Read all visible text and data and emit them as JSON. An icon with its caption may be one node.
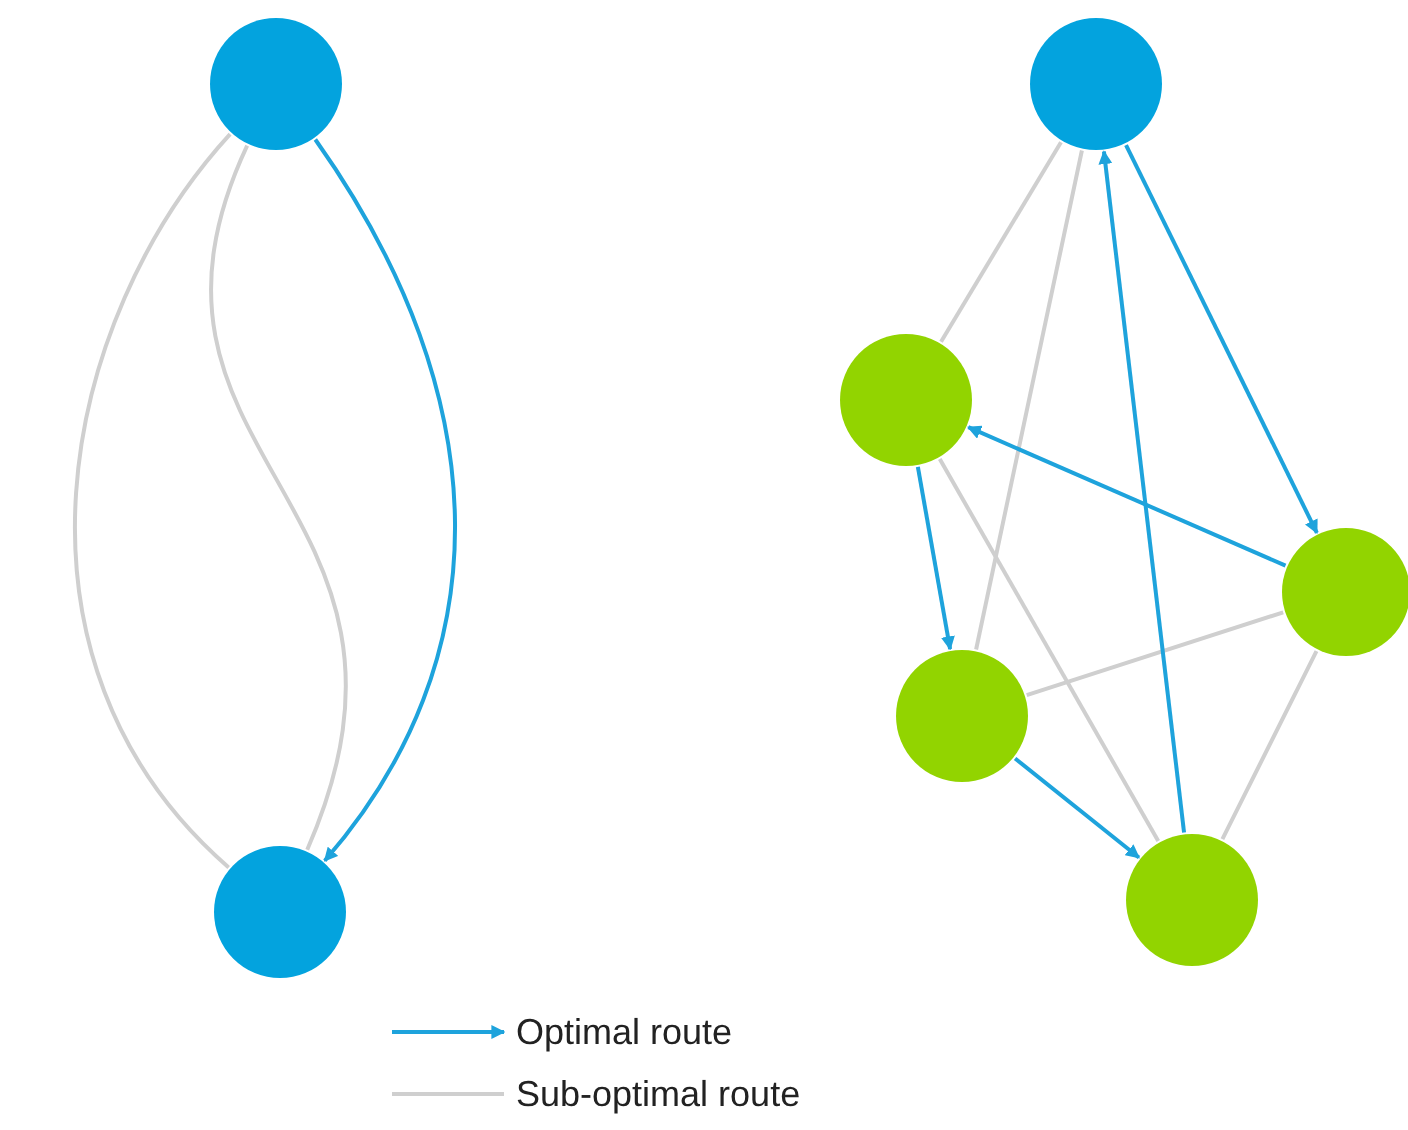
{
  "diagram": {
    "nodes": [
      {
        "text": [],
        "shape": "circle"
      },
      {
        "text": [],
        "shape": "circle"
      },
      {
        "text": [],
        "shape": "circle"
      },
      {
        "text": [],
        "shape": "circle"
      },
      {
        "text": [],
        "shape": "circle"
      },
      {
        "text": [],
        "shape": "circle"
      },
      {
        "text": [],
        "shape": "circle"
      }
    ],
    "edges": [
      {
        "from": 0,
        "to": 1,
        "arrow": "none"
      },
      {
        "from": 0,
        "to": 1,
        "arrow": "none"
      },
      {
        "from": 0,
        "to": 1,
        "arrow": "to",
        "color": "#1ea3dc"
      },
      {
        "from": 2,
        "to": 3,
        "arrow": "none"
      },
      {
        "from": 5,
        "to": 2,
        "arrow": "none"
      },
      {
        "from": 3,
        "to": 6,
        "arrow": "none"
      },
      {
        "from": 5,
        "to": 4,
        "arrow": "none"
      },
      {
        "from": 4,
        "to": 6,
        "arrow": "none"
      },
      {
        "from": 2,
        "to": 4,
        "arrow": "to",
        "color": "#1ea3dc"
      },
      {
        "from": 4,
        "to": 3,
        "arrow": "to",
        "color": "#1ea3dc"
      },
      {
        "from": 3,
        "to": 5,
        "arrow": "to",
        "color": "#1ea3dc"
      },
      {
        "from": 5,
        "to": 6,
        "arrow": "to",
        "color": "#1ea3dc"
      },
      {
        "from": 6,
        "to": 2,
        "arrow": "to",
        "color": "#1ea3dc"
      }
    ],
    "legend": [
      {
        "text": "Optimal route"
      },
      {
        "text": "Sub-optimal route"
      }
    ]
  }
}
